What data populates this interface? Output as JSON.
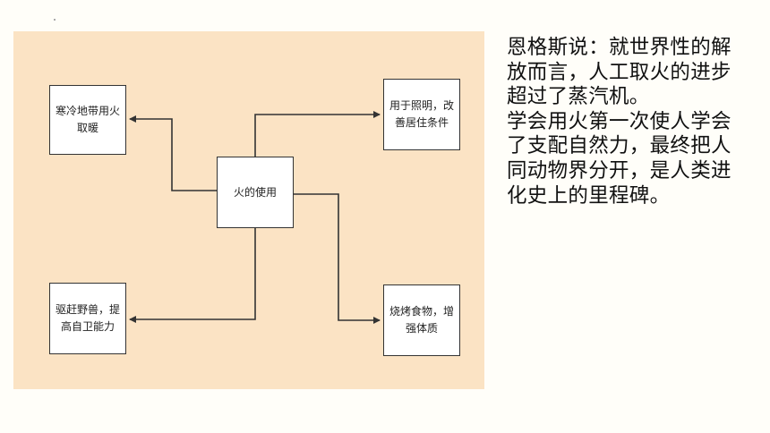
{
  "diagram": {
    "center": "火的使用",
    "top_left": "寒冷地带用火取暖",
    "top_right": "用于照明，改善居住条件",
    "bottom_left": "驱赶野兽，提高自卫能力",
    "bottom_right": "烧烤食物，增强体质",
    "panel_color": "#fbe3c4",
    "line_color": "#333333"
  },
  "quote": {
    "paragraph1": "恩格斯说：就世界性的解放而言，人工取火的进步超过了蒸汽机。",
    "paragraph2": "学会用火第一次使人学会了支配自然力，最终把人同动物界分开，是人类进化史上的里程碑。"
  }
}
